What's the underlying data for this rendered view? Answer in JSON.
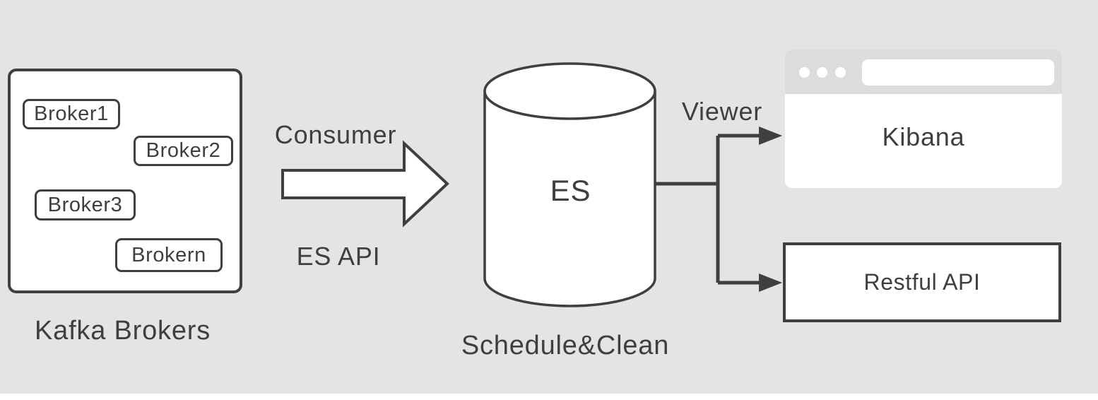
{
  "kafka": {
    "label": "Kafka Brokers",
    "brokers": [
      "Broker1",
      "Broker2",
      "Broker3",
      "Brokern"
    ]
  },
  "flow": {
    "consumer_label": "Consumer",
    "es_api_label": "ES API"
  },
  "es": {
    "label": "ES",
    "sublabel": "Schedule&Clean"
  },
  "viewer_label": "Viewer",
  "kibana": {
    "label": "Kibana"
  },
  "restful": {
    "label": "Restful API"
  },
  "icons": {
    "window_controls": "browser-window-control-dots",
    "arrowheads": "right-arrowhead"
  },
  "colors": {
    "background": "#e4e4e4",
    "stroke": "#3f3f3f",
    "shape_fill": "#ffffff",
    "browser_chrome": "#dcdcdc"
  }
}
